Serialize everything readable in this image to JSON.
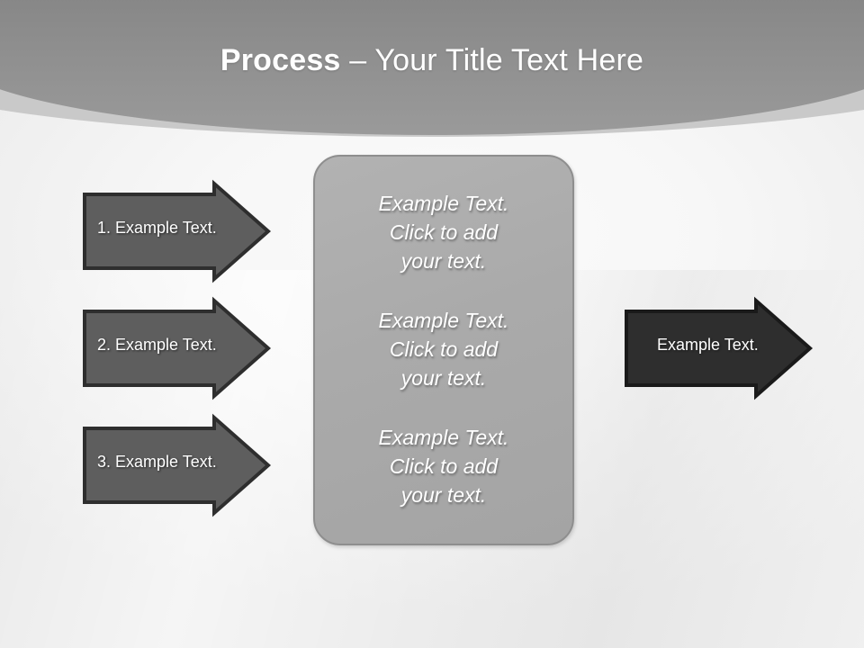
{
  "slide": {
    "title": {
      "bold_part": "Process",
      "rest_part": " – Your Title Text Here"
    }
  },
  "theme": {
    "header_gradient_top": "#6d6d6d",
    "header_gradient_bottom": "#9a9a9a",
    "swoosh_color": "#fdfdfd",
    "body_background": "#f4f4f4",
    "center_box_fill": "#aaaaaa",
    "center_box_border": "#8e8e8e",
    "step_arrow_fill": "#5e5e5e",
    "step_arrow_border": "#2e2e2e",
    "output_arrow_fill": "#2e2e2e",
    "output_arrow_border": "#1a1a1a",
    "text_on_shape": "#ffffff"
  },
  "steps": [
    {
      "id": "step-1",
      "label": "1. Example Text."
    },
    {
      "id": "step-2",
      "label": "2. Example Text."
    },
    {
      "id": "step-3",
      "label": "3. Example Text."
    }
  ],
  "center_paragraphs": [
    {
      "id": "para-1",
      "text": "Example Text.\nClick  to add\nyour text."
    },
    {
      "id": "para-2",
      "text": "Example Text.\nClick  to add\nyour text."
    },
    {
      "id": "para-3",
      "text": "Example Text.\nClick  to add\nyour text."
    }
  ],
  "output": {
    "label": "Example Text."
  }
}
